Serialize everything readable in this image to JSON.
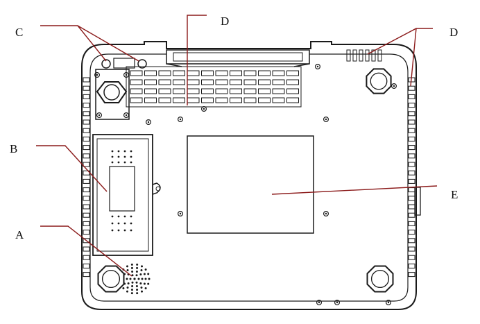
{
  "labels": {
    "a": "A",
    "b": "B",
    "c": "C",
    "d_top": "D",
    "d_right": "D",
    "e": "E"
  },
  "colors": {
    "outline": "#1a1a1a",
    "leader": "#8b1a1a",
    "background": "#ffffff"
  }
}
